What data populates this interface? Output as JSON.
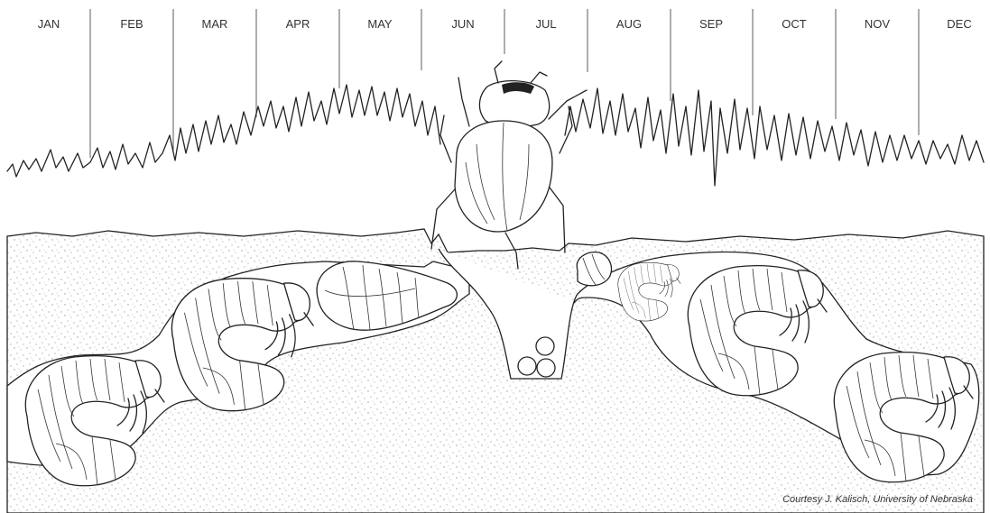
{
  "timeline": {
    "months": [
      "JAN",
      "FEB",
      "MAR",
      "APR",
      "MAY",
      "JUN",
      "JUL",
      "AUG",
      "SEP",
      "OCT",
      "NOV",
      "DEC"
    ]
  },
  "stages": {
    "adult": "adult beetle",
    "egg": "eggs",
    "pupa": "pupa",
    "larva": "larva"
  },
  "credit": "Courtesy J. Kalisch, University of Nebraska",
  "colors": {
    "ink": "#222222",
    "soil_dots": "#9a9a9a",
    "background": "#ffffff"
  }
}
